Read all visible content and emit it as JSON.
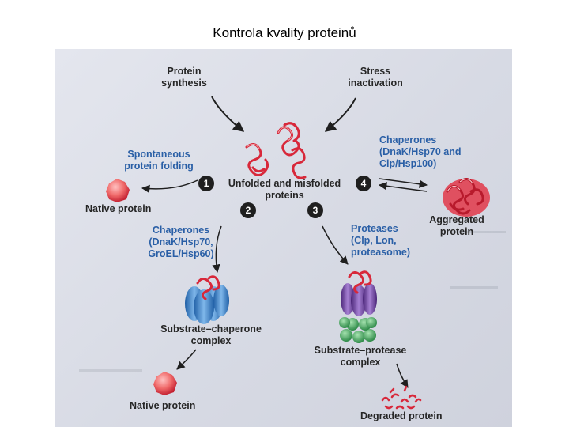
{
  "title": "Kontrola kvality proteinů",
  "labels": {
    "protein_synthesis": "Protein\nsynthesis",
    "stress_inactivation": "Stress\ninactivation",
    "spontaneous_folding": "Spontaneous\nprotein folding",
    "native_protein_left": "Native  protein",
    "unfolded_misfolded": "Unfolded and misfolded\nproteins",
    "chaperones_right": "Chaperones\n(DnaK/Hsp70 and\nClp/Hsp100)",
    "aggregated_protein": "Aggregated\nprotein",
    "chaperones_left": "Chaperones\n(DnaK/Hsp70,\nGroEL/Hsp60)",
    "proteases": "Proteases\n(Clp, Lon,\nproteasome)",
    "substrate_chaperone": "Substrate–chaperone\ncomplex",
    "substrate_protease": "Substrate–protease\ncomplex",
    "native_protein_bottom": "Native protein",
    "degraded_protein": "Degraded protein"
  },
  "steps": [
    "1",
    "2",
    "3",
    "4"
  ],
  "colors": {
    "label_dark": "#262626",
    "label_blue": "#2a5fa6",
    "protein_red": "#d8283a",
    "chaperone_blue": "#3c84c8",
    "protease_purple": "#6a3d9a",
    "protease_green": "#3fa15a"
  }
}
